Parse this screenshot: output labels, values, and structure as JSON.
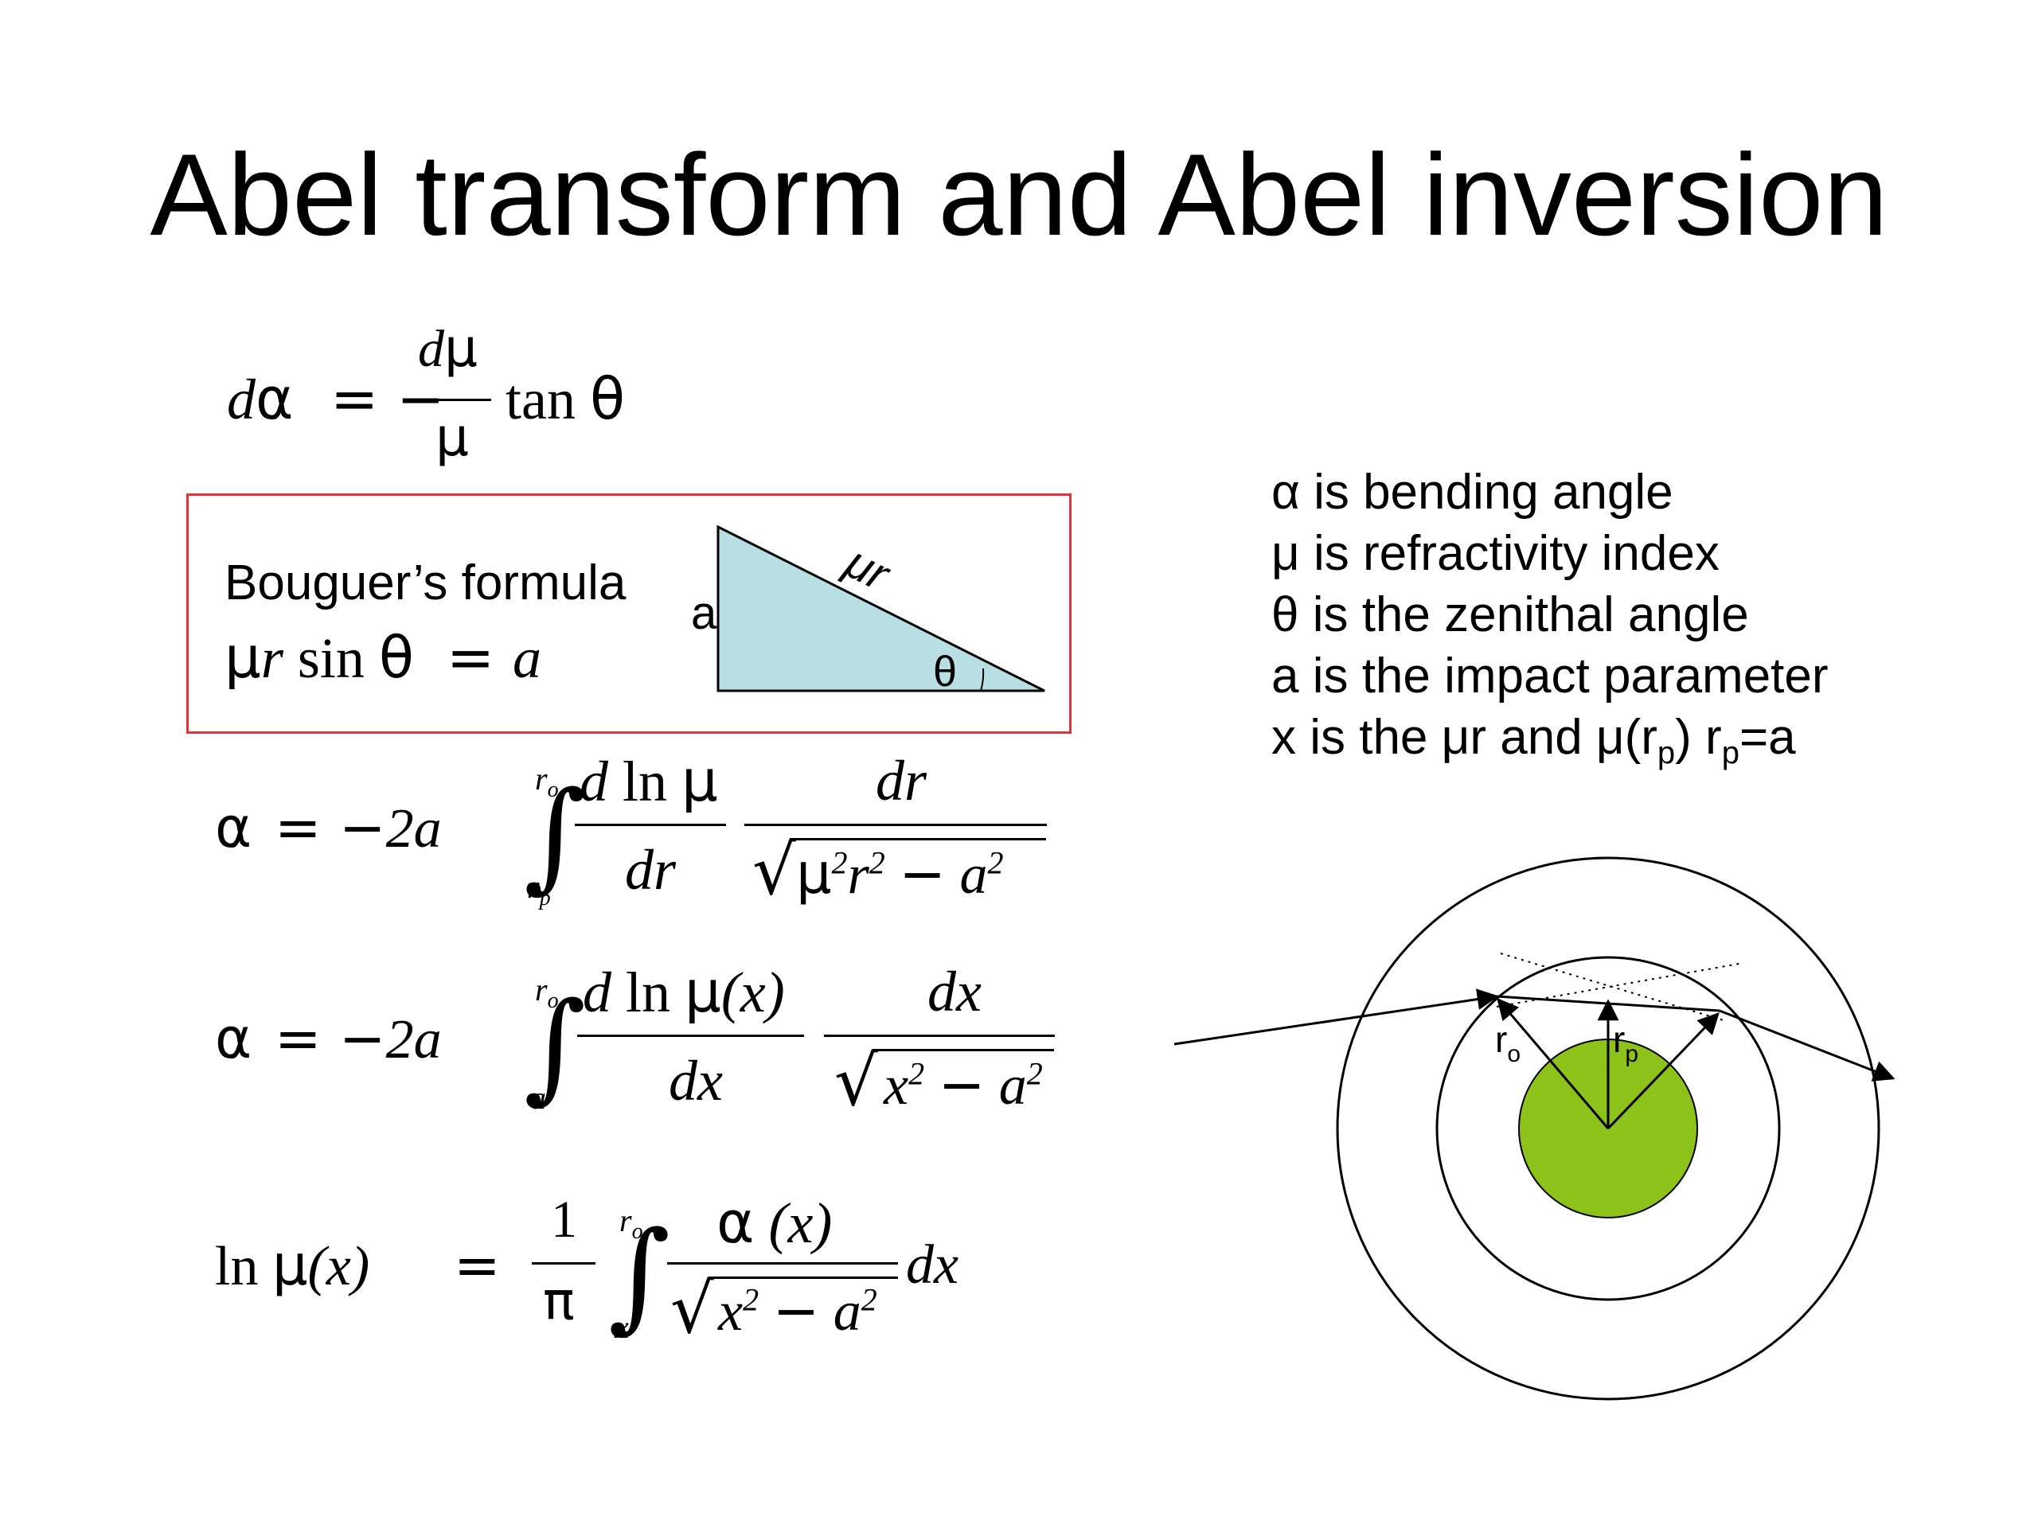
{
  "title": "Abel transform and Abel inversion",
  "bouguer": {
    "label": "Bouguer’s formula",
    "formula_tail": "a",
    "triangle": {
      "side_label": "a",
      "hyp_label": "μr",
      "angle_label": "θ"
    }
  },
  "definitions": [
    {
      "lead": "α is bending angle"
    },
    {
      "lead": "μ is refractivity index"
    },
    {
      "lead": "θ is the zenithal angle"
    },
    {
      "lead": "a is the impact parameter"
    },
    {
      "lead": "x is the μr and μ(r",
      "sub1": "p",
      "mid": ") r",
      "sub2": "p",
      "tail": "=a"
    }
  ],
  "geometry_labels": {
    "r_o": "r",
    "r_o_sub": "o",
    "r_p": "r",
    "r_p_sub": "p"
  },
  "colors": {
    "box_border": "#e0363a",
    "triangle_fill": "#b8dfe3",
    "planet_fill": "#8cc21a"
  }
}
